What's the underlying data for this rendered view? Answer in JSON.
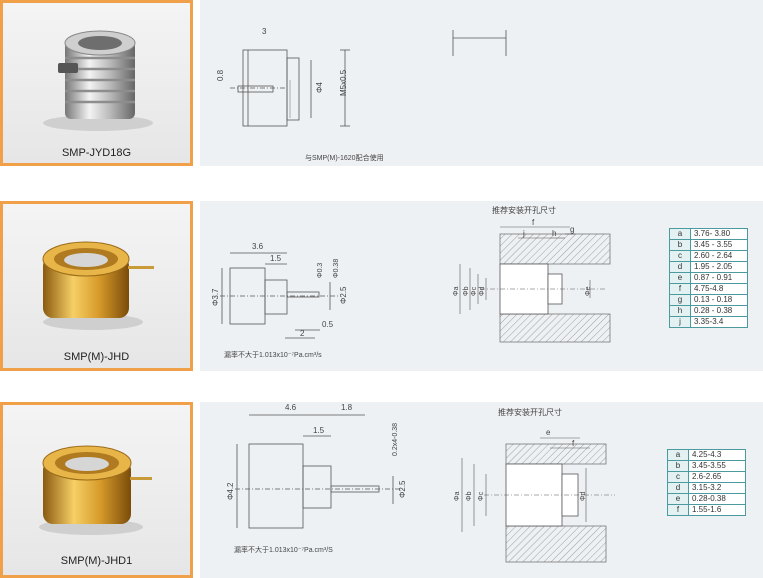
{
  "products": [
    {
      "name": "SMP-JYD18G",
      "dims": {
        "len": "3",
        "slot": "0.8",
        "d_inner": "Φ4",
        "thread": "M5x0.5"
      },
      "note": "与SMP(M)-1620配合使用"
    },
    {
      "name": "SMP(M)-JHD",
      "dims": {
        "len_total": "3.6",
        "len_a": "1.5",
        "pin1": "Φ0.3",
        "pin2": "Φ0.38",
        "dia": "Φ3.7",
        "dia2": "Φ2.5",
        "len_b": "0.5",
        "len_c": "2"
      },
      "note": "漏率不大于1.013x10⁻⁷Pa.cm³/s",
      "mount_title": "推荐安装开孔尺寸",
      "mount_labels": [
        "f",
        "j",
        "h",
        "g",
        "Φa",
        "Φb",
        "Φc",
        "Φd",
        "Φe"
      ],
      "spec": [
        {
          "k": "a",
          "v": "3.76- 3.80"
        },
        {
          "k": "b",
          "v": "3.45 - 3.55"
        },
        {
          "k": "c",
          "v": "2.60 - 2.64"
        },
        {
          "k": "d",
          "v": "1.95 - 2.05"
        },
        {
          "k": "e",
          "v": "0.87 - 0.91"
        },
        {
          "k": "f",
          "v": "4.75-4.8"
        },
        {
          "k": "g",
          "v": "0.13 - 0.18"
        },
        {
          "k": "h",
          "v": "0.28 - 0.38"
        },
        {
          "k": "j",
          "v": "3.35-3.4"
        }
      ]
    },
    {
      "name": "SMP(M)-JHD1",
      "dims": {
        "len_total": "4.6",
        "len_a": "1.8",
        "len_b": "1.5",
        "pin": "0.2x4-0.38",
        "dia": "Φ4.2",
        "dia2": "Φ2.5"
      },
      "note": "漏率不大于1.013x10⁻⁷Pa.cm³/S",
      "mount_title": "推荐安装开孔尺寸",
      "mount_labels": [
        "e",
        "f",
        "Φa",
        "Φb",
        "Φc",
        "Φd"
      ],
      "spec": [
        {
          "k": "a",
          "v": "4.25-4.3"
        },
        {
          "k": "b",
          "v": "3.45-3.55"
        },
        {
          "k": "c",
          "v": "2.6-2.65"
        },
        {
          "k": "d",
          "v": "3.15-3.2"
        },
        {
          "k": "e",
          "v": "0.28-0.38"
        },
        {
          "k": "f",
          "v": "1.55-1.6"
        }
      ]
    }
  ]
}
